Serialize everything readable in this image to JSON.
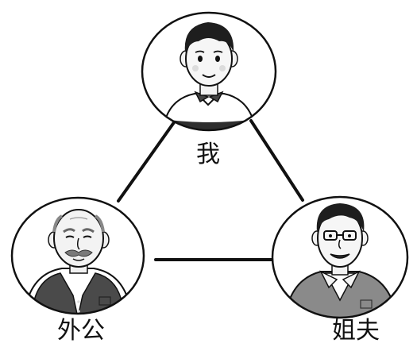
{
  "nodes": {
    "me": {
      "label": "我"
    },
    "grandpa": {
      "label": "外公"
    },
    "brother_in_law": {
      "label": "姐夫"
    }
  },
  "colors": {
    "line": "#111111",
    "outline": "#111111",
    "skin": "#f4f4f4",
    "hair": "#222222",
    "shirt_white": "#ffffff",
    "vest_dark": "#4a4a4a",
    "sweater_gray": "#8a8a8a"
  }
}
